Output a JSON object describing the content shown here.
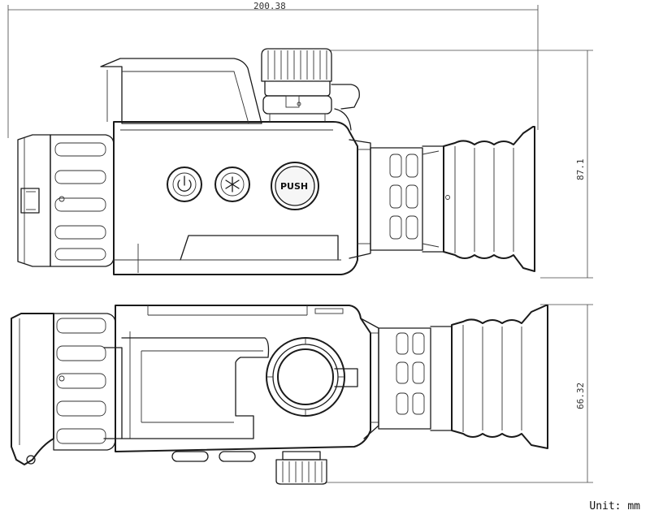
{
  "dimensions": {
    "length": "200.38",
    "height": "87.1",
    "width": "66.32"
  },
  "buttons": {
    "power_icon": "power-icon",
    "menu_icon": "snowflake-icon",
    "push_label": "PUSH"
  },
  "unit_label": "Unit: mm",
  "colors": {
    "line": "#1a1a1a",
    "background": "#ffffff"
  }
}
